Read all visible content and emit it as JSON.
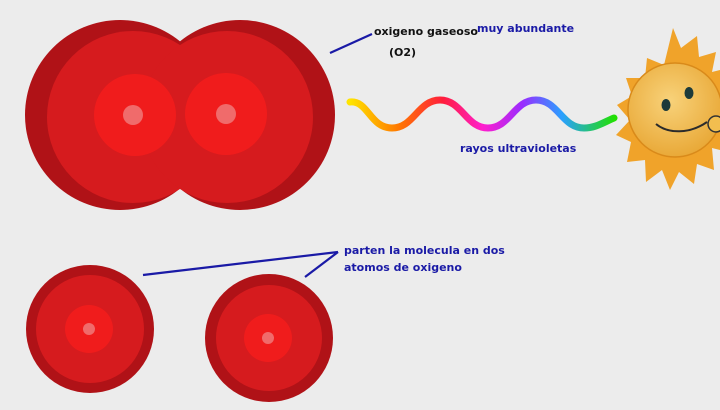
{
  "labels": {
    "oxygen_gas": "oxigeno gaseoso",
    "formula": "(O2)",
    "abundance": "muy abundante",
    "uv_rays": "rayos ultravioletas",
    "split_line1": "parten la molecula en dos",
    "split_line2": "atomos de oxigeno"
  },
  "colors": {
    "background": "#ececec",
    "atom_outer": "#b01217",
    "atom_mid": "#d61b1e",
    "atom_inner": "#f01c1c",
    "atom_core": "#f06b6b",
    "label_blue": "#1a1aa6",
    "pointer_line": "#1a1aa6",
    "sun_rays": "#f0a32a",
    "sun_face": "#f2be4f"
  },
  "icons": {
    "sun": "smiling-sun-icon"
  }
}
